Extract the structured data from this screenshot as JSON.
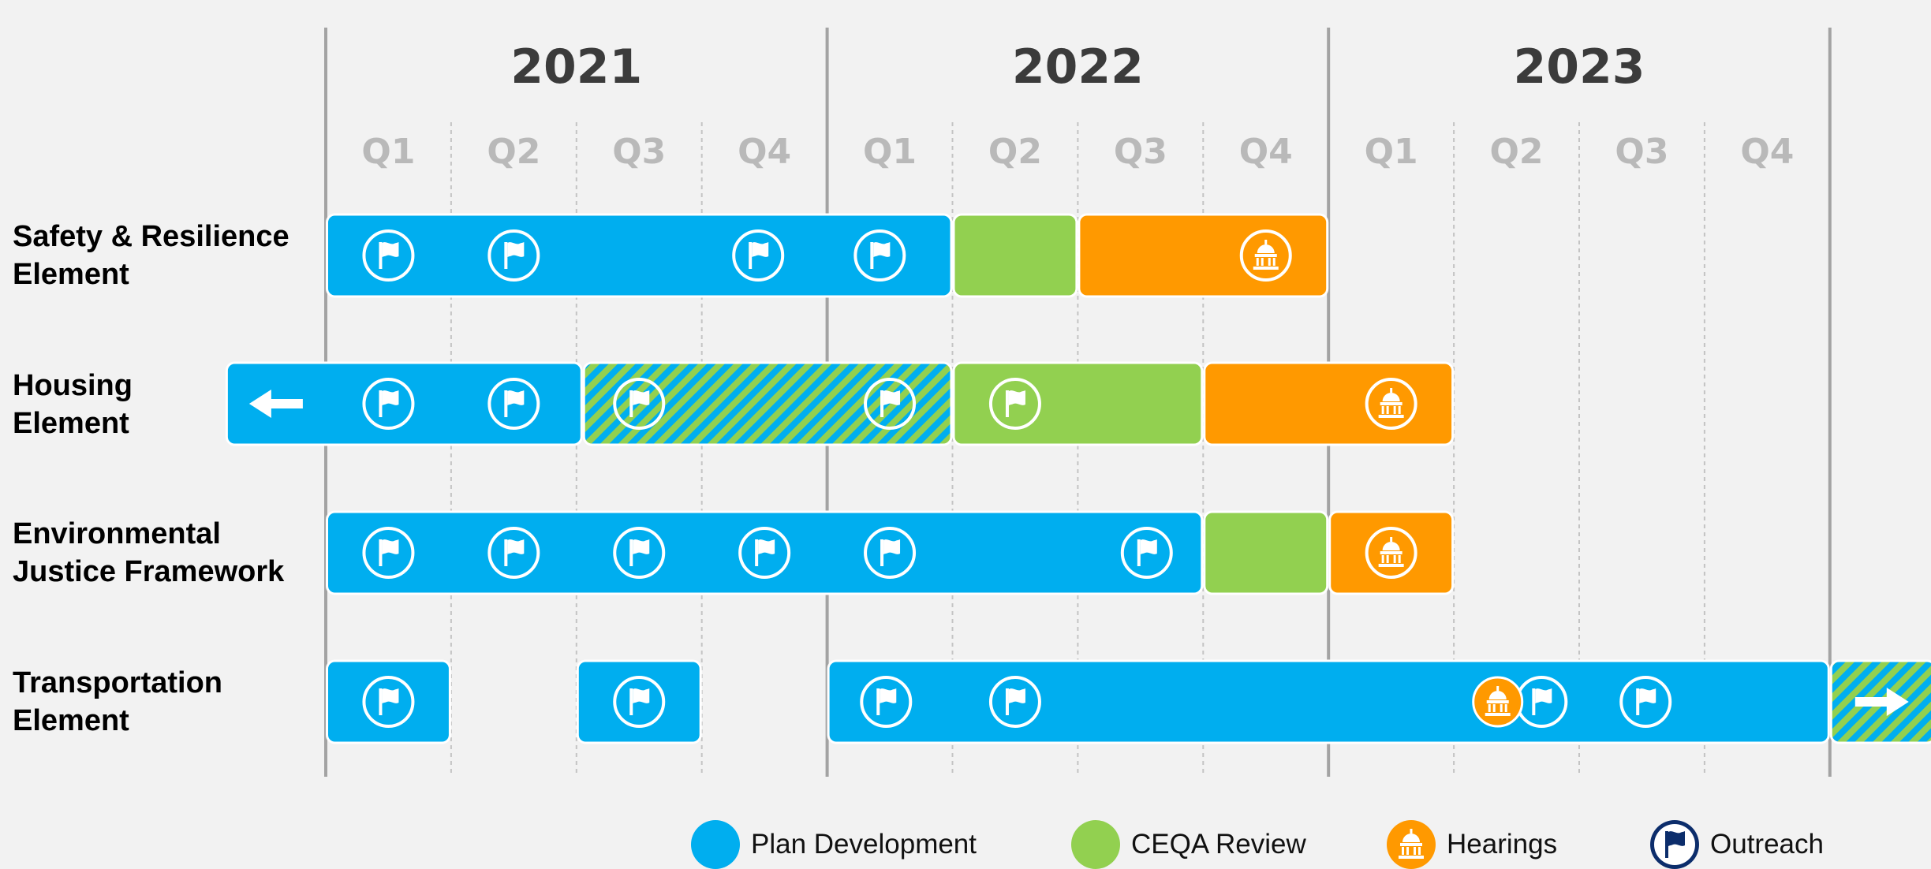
{
  "chart_data": {
    "type": "gantt",
    "years": [
      "2021",
      "2022",
      "2023"
    ],
    "quarters": [
      "Q1",
      "Q2",
      "Q3",
      "Q4"
    ],
    "colors": {
      "plan_development": "#00aeef",
      "ceqa_review": "#92d050",
      "hearings": "#ff9900",
      "outreach_ring": "#ffffff",
      "legend_outreach": "#0c2d6b"
    },
    "rows": [
      {
        "label_lines": [
          "Safety & Resilience",
          "Element"
        ],
        "bars": [
          {
            "phase": "plan_development",
            "start": 0,
            "end": 5
          },
          {
            "phase": "ceqa_review",
            "start": 5,
            "end": 6
          },
          {
            "phase": "hearings",
            "start": 6,
            "end": 8
          }
        ],
        "outreach": [
          0.5,
          1.5,
          3.45,
          4.42
        ],
        "hearings": [
          7.5
        ]
      },
      {
        "label_lines": [
          "Housing",
          "Element"
        ],
        "bars": [
          {
            "phase": "plan_development",
            "start": -0.8,
            "end": 2.05,
            "arrow": "left"
          },
          {
            "phase": "plan_and_ceqa_overlap",
            "start": 2.05,
            "end": 5
          },
          {
            "phase": "ceqa_review",
            "start": 5,
            "end": 7
          },
          {
            "phase": "hearings",
            "start": 7,
            "end": 9
          }
        ],
        "outreach": [
          0.5,
          1.5,
          2.5,
          4.5,
          5.5
        ],
        "hearings": [
          8.5
        ]
      },
      {
        "label_lines": [
          "Environmental",
          "Justice Framework"
        ],
        "bars": [
          {
            "phase": "plan_development",
            "start": 0,
            "end": 7
          },
          {
            "phase": "ceqa_review",
            "start": 7,
            "end": 8
          },
          {
            "phase": "hearings",
            "start": 8,
            "end": 9
          }
        ],
        "outreach": [
          0.5,
          1.5,
          2.5,
          3.5,
          4.5,
          6.55
        ],
        "hearings": [
          8.5
        ]
      },
      {
        "label_lines": [
          "Transportation",
          "Element"
        ],
        "bars": [
          {
            "phase": "plan_development",
            "start": 0,
            "end": 1
          },
          {
            "phase": "plan_development",
            "start": 2,
            "end": 3
          },
          {
            "phase": "plan_development",
            "start": 4,
            "end": 12
          },
          {
            "phase": "plan_and_ceqa_overlap",
            "start": 12,
            "end": 12.85,
            "arrow": "right"
          }
        ],
        "outreach": [
          0.5,
          2.5,
          4.47,
          5.5,
          9.7,
          10.53
        ],
        "hearings": [
          9.35
        ]
      }
    ],
    "legend": [
      {
        "key": "plan_development",
        "label": "Plan Development"
      },
      {
        "key": "ceqa_review",
        "label": "CEQA Review"
      },
      {
        "key": "hearings",
        "label": "Hearings"
      },
      {
        "key": "outreach",
        "label": "Outreach"
      }
    ]
  }
}
